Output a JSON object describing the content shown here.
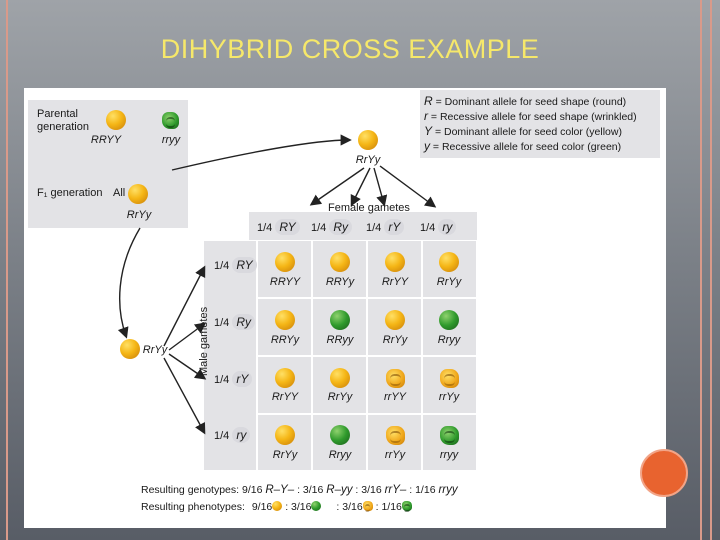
{
  "title": "DIHYBRID CROSS EXAMPLE",
  "parental_generation_label": "Parental generation",
  "f1_generation_label": "F₁ generation",
  "f1_all_label": "All",
  "parent_genotypes": [
    "RRYY",
    "rryy"
  ],
  "f1_genotype": "RrYy",
  "female_gametes_label": "Female gametes",
  "male_gametes_label": "Male gametes",
  "gamete_fraction": "1/4",
  "female_gametes": [
    "RY",
    "Ry",
    "rY",
    "ry"
  ],
  "male_gametes": [
    "RY",
    "Ry",
    "rY",
    "ry"
  ],
  "punnett_rows": [
    {
      "genotypes": [
        "RRYY",
        "RRYy",
        "RrYY",
        "RrYy"
      ],
      "phenotypes": [
        "yellow-round",
        "yellow-round",
        "yellow-round",
        "yellow-round"
      ]
    },
    {
      "genotypes": [
        "RRYy",
        "RRyy",
        "RrYy",
        "Rryy"
      ],
      "phenotypes": [
        "yellow-round",
        "green-round",
        "yellow-round",
        "green-round"
      ]
    },
    {
      "genotypes": [
        "RrYY",
        "RrYy",
        "rrYY",
        "rrYy"
      ],
      "phenotypes": [
        "yellow-round",
        "yellow-round",
        "yellow-wrinkled",
        "yellow-wrinkled"
      ]
    },
    {
      "genotypes": [
        "RrYy",
        "Rryy",
        "rrYy",
        "rryy"
      ],
      "phenotypes": [
        "yellow-round",
        "green-round",
        "yellow-wrinkled",
        "green-wrinkled"
      ]
    }
  ],
  "key": [
    {
      "symbol": "R",
      "text": "= Dominant allele for seed shape (round)"
    },
    {
      "symbol": "r",
      "text": "= Recessive allele for seed shape (wrinkled)"
    },
    {
      "symbol": "Y",
      "text": "= Dominant allele for seed color (yellow)"
    },
    {
      "symbol": "y",
      "text": "= Recessive allele for seed color (green)"
    }
  ],
  "summary": {
    "genotypes_label": "Resulting genotypes:",
    "genotypes": [
      {
        "fraction": "9/16",
        "genotype": "R–Y–"
      },
      {
        "fraction": "3/16",
        "genotype": "R–yy"
      },
      {
        "fraction": "3/16",
        "genotype": "rrY–"
      },
      {
        "fraction": "1/16",
        "genotype": "rryy"
      }
    ],
    "separator": ":",
    "phenotypes_label": "Resulting phenotypes:",
    "phenotypes": [
      {
        "fraction": "9/16",
        "seed": "yellow-round"
      },
      {
        "fraction": "3/16",
        "seed": "green-round"
      },
      {
        "fraction": "3/16",
        "seed": "yellow-wrinkled"
      },
      {
        "fraction": "1/16",
        "seed": "green-wrinkled"
      }
    ]
  },
  "colors": {
    "title": "#f6e86a",
    "yellow_seed": "#f5b616",
    "green_seed": "#2f9a2c",
    "grid_background": "#e3e3e6",
    "accent_circle": "#e8632f"
  }
}
